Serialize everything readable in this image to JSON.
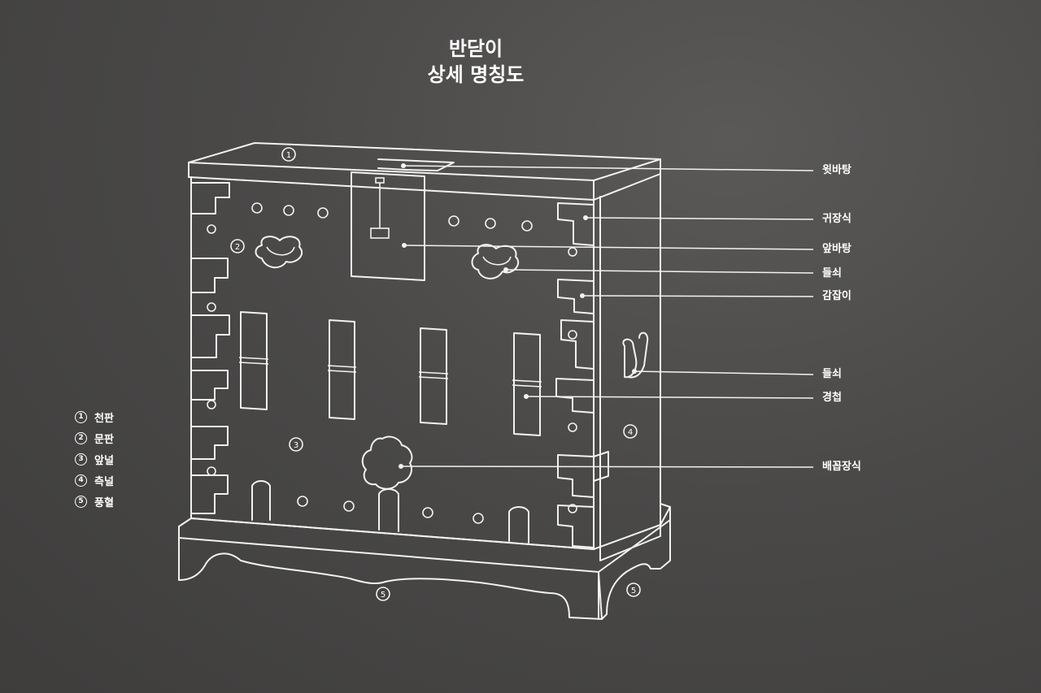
{
  "title": {
    "line1": "반닫이",
    "line2": "상세 명칭도"
  },
  "part_labels": [
    {
      "text": "윗바탕"
    },
    {
      "text": "귀장식"
    },
    {
      "text": "앞바탕"
    },
    {
      "text": "들쇠"
    },
    {
      "text": "감잡이"
    },
    {
      "text": "들쇠"
    },
    {
      "text": "경첩"
    },
    {
      "text": "배꼽장식"
    }
  ],
  "legend": [
    {
      "num": "1",
      "label": "천판"
    },
    {
      "num": "2",
      "label": "문판"
    },
    {
      "num": "3",
      "label": "앞널"
    },
    {
      "num": "4",
      "label": "측널"
    },
    {
      "num": "5",
      "label": "풍혈"
    }
  ],
  "diagram_markers": [
    "1",
    "2",
    "3",
    "4",
    "5",
    "5"
  ],
  "colors": {
    "background": "#4a4948",
    "line": "#f2f2ef"
  }
}
